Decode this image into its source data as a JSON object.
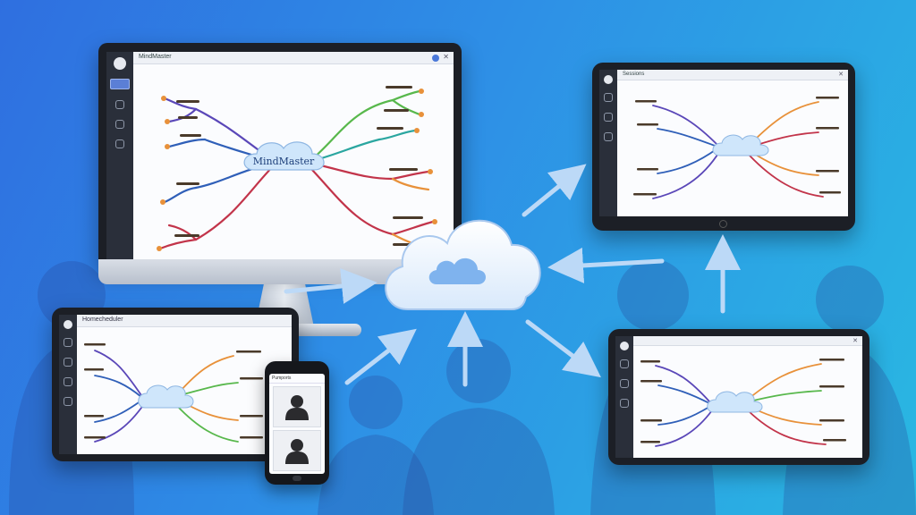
{
  "scene": "multi-device-sync",
  "colors": {
    "background_start": "#2f6fe0",
    "background_end": "#29b8e2",
    "cloud": "#ffffff",
    "arrow": "#bcd9f7",
    "device_frame": "#1c1f26",
    "branch_green": "#58b84c",
    "branch_orange": "#e8913a",
    "branch_purple": "#5a47b8",
    "branch_red": "#c2344a",
    "branch_teal": "#2aa6a0"
  },
  "icons": {
    "cloud": "cloud-icon",
    "sync_arrows": "arrow-icon",
    "avatar": "user-avatar-icon"
  },
  "monitor": {
    "window_title": "MindMaster",
    "center_node": "MindMaster"
  },
  "tablet_top_right": {
    "window_title": "Sessions"
  },
  "tablet_bottom_right": {
    "window_title": ""
  },
  "laptop_left": {
    "header_text": "Homecheduler"
  },
  "phone": {
    "header_text": "Pumports"
  }
}
